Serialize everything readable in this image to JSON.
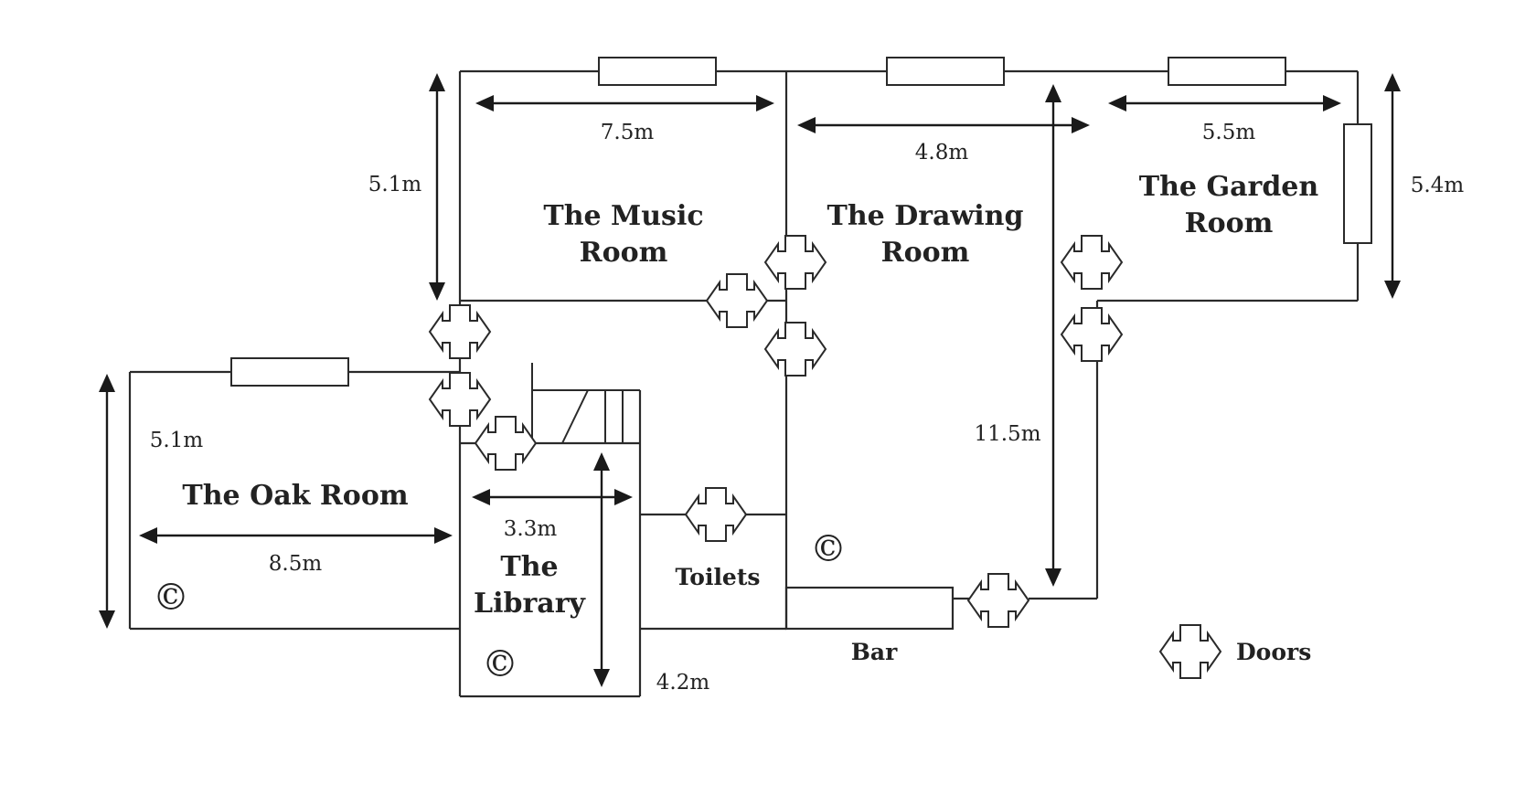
{
  "rooms": {
    "music": [
      "The Music",
      "Room"
    ],
    "drawing": [
      "The Drawing",
      "Room"
    ],
    "garden": [
      "The Garden",
      "Room"
    ],
    "oak": "The Oak Room",
    "library": [
      "The",
      "Library"
    ],
    "toilets": "Toilets",
    "bar": "Bar"
  },
  "dimensions": {
    "music_width": "7.5m",
    "music_height": "5.1m",
    "drawing_width": "4.8m",
    "drawing_length": "11.5m",
    "garden_width": "5.5m",
    "garden_height": "5.4m",
    "oak_height": "5.1m",
    "oak_width": "8.5m",
    "library_width": "3.3m",
    "library_length": "4.2m"
  },
  "marks": {
    "copyright": "©"
  },
  "legend": {
    "doors": "Doors"
  }
}
